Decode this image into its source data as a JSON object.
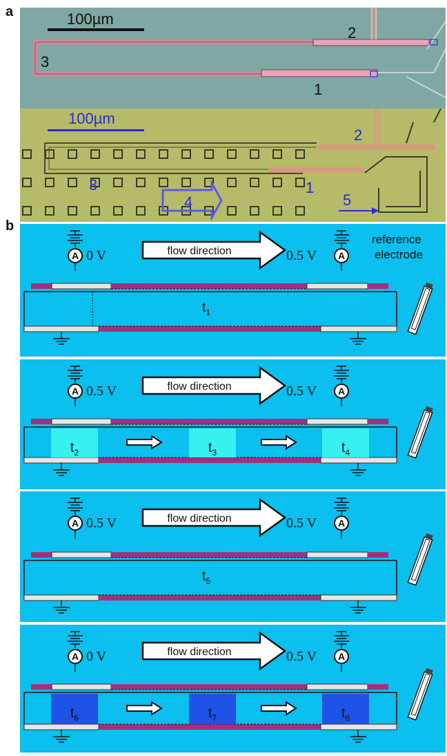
{
  "panels": {
    "a": "a",
    "b": "b"
  },
  "micrograph_top": {
    "scale_bar": "100µm",
    "labels": {
      "n1": "1",
      "n2": "2",
      "n3": "3"
    }
  },
  "micrograph_bottom": {
    "scale_bar": "100µm",
    "labels": {
      "n1": "1",
      "n2": "2",
      "n3": "3",
      "n4": "4",
      "n5": "5"
    }
  },
  "legend": {
    "reference_line1": "reference",
    "reference_line2": "electrode"
  },
  "ammeter_symbol": "A",
  "diagrams": [
    {
      "flow": "flow direction",
      "left_v": "0 V",
      "right_v": "0.5 V",
      "t_labels": [
        {
          "t": "t",
          "sub": "1"
        }
      ]
    },
    {
      "flow": "flow direction",
      "left_v": "0.5 V",
      "right_v": "0.5 V",
      "t_labels": [
        {
          "t": "t",
          "sub": "2"
        },
        {
          "t": "t",
          "sub": "3"
        },
        {
          "t": "t",
          "sub": "4"
        }
      ]
    },
    {
      "flow": "flow direction",
      "left_v": "0.5 V",
      "right_v": "0.5 V",
      "t_labels": [
        {
          "t": "t",
          "sub": "5"
        }
      ]
    },
    {
      "flow": "flow direction",
      "left_v": "0 V",
      "right_v": "0.5 V",
      "t_labels": [
        {
          "t": "t",
          "sub": "6"
        },
        {
          "t": "t",
          "sub": "7"
        },
        {
          "t": "t",
          "sub": "8"
        }
      ]
    }
  ],
  "colors": {
    "background": "#0bbfee",
    "electrode_magenta": "#a2307f",
    "electrode_white": "#e6e6e6",
    "plug_light": "#37f0f0",
    "plug_dark": "#1f52e6",
    "micro_top_bg": "#7fa7a4",
    "micro_bottom_bg": "#b6bb6a"
  }
}
